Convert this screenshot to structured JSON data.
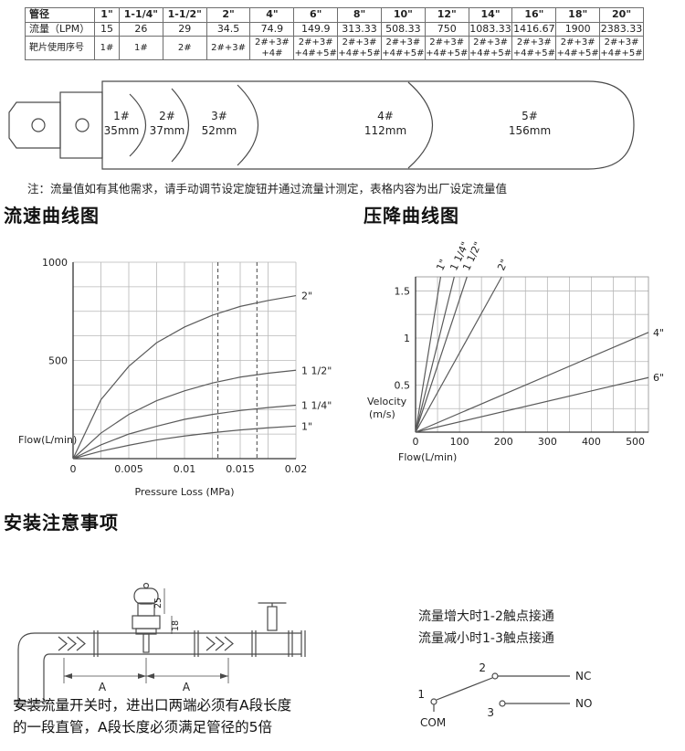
{
  "colors": {
    "ink": "#222222",
    "line": "#4a4a4a",
    "grid": "#b8b8b8"
  },
  "spec_table": {
    "rows": [
      {
        "label": "管径",
        "values": [
          "1\"",
          "1-1/4\"",
          "1-1/2\"",
          "2\"",
          "4\"",
          "6\"",
          "8\"",
          "10\"",
          "12\"",
          "14\"",
          "16\"",
          "18\"",
          "20\""
        ]
      },
      {
        "label": "流量（LPM）",
        "values": [
          "15",
          "26",
          "29",
          "34.5",
          "74.9",
          "149.9",
          "313.33",
          "508.33",
          "750",
          "1083.33",
          "1416.67",
          "1900",
          "2383.33"
        ]
      },
      {
        "label": "靶片使用序号",
        "values": [
          "1#",
          "1#",
          "2#",
          "2#+3#",
          "2#+3#\n+4#",
          "2#+3#\n+4#+5#",
          "2#+3#\n+4#+5#",
          "2#+3#\n+4#+5#",
          "2#+3#\n+4#+5#",
          "2#+3#\n+4#+5#",
          "2#+3#\n+4#+5#",
          "2#+3#\n+4#+5#",
          "2#+3#\n+4#+5#"
        ]
      }
    ]
  },
  "paddle_diagram": {
    "labels": [
      {
        "id": "1#",
        "size": "35mm"
      },
      {
        "id": "2#",
        "size": "37mm"
      },
      {
        "id": "3#",
        "size": "52mm"
      },
      {
        "id": "4#",
        "size": "112mm"
      },
      {
        "id": "5#",
        "size": "156mm"
      }
    ]
  },
  "note": "注：流量值如有其他需求，请手动调节设定旋钮并通过流量计测定，表格内容为出厂设定流量值",
  "sections": {
    "flow_curve_title": "流速曲线图",
    "pressure_curve_title": "压降曲线图",
    "install_title": "安装注意事项"
  },
  "chart_data": [
    {
      "type": "line",
      "title": "流速曲线图",
      "xlabel": "Pressure Loss (MPa)",
      "ylabel": "Flow(L/min)",
      "xlim": [
        0,
        0.02
      ],
      "ylim": [
        0,
        1000
      ],
      "xticks": [
        "0",
        "0.005",
        "0.01",
        "0.015",
        "0.02"
      ],
      "yticks": [
        "500",
        "1000"
      ],
      "grid": true,
      "legend_position": "right",
      "dashed_vlines": [
        0.013,
        0.0165
      ],
      "x": [
        0,
        0.0025,
        0.005,
        0.0075,
        0.01,
        0.0125,
        0.015,
        0.0175,
        0.02
      ],
      "series": [
        {
          "name": "2\"",
          "y": [
            0,
            300,
            470,
            590,
            670,
            730,
            775,
            805,
            830
          ]
        },
        {
          "name": "1 1/2\"",
          "y": [
            0,
            130,
            225,
            295,
            345,
            385,
            415,
            435,
            450
          ]
        },
        {
          "name": "1 1/4\"",
          "y": [
            0,
            70,
            125,
            165,
            200,
            225,
            245,
            260,
            272
          ]
        },
        {
          "name": "1\"",
          "y": [
            0,
            38,
            68,
            95,
            115,
            132,
            146,
            157,
            166
          ]
        }
      ]
    },
    {
      "type": "line",
      "title": "压降曲线图",
      "xlabel": "Flow(L/min)",
      "ylabel": "Velocity (m/s)",
      "xlim": [
        0,
        530
      ],
      "ylim": [
        0,
        1.65
      ],
      "xticks": [
        "100",
        "200",
        "300",
        "400",
        "500"
      ],
      "yticks": [
        "0.5",
        "1",
        "1.5"
      ],
      "grid": true,
      "series": [
        {
          "name": "1\"",
          "points": [
            [
              0,
              0
            ],
            [
              57,
              1.65
            ]
          ],
          "label_pos": "top"
        },
        {
          "name": "1 1/4\"",
          "points": [
            [
              0,
              0
            ],
            [
              88,
              1.65
            ]
          ],
          "label_pos": "top"
        },
        {
          "name": "1 1/2\"",
          "points": [
            [
              0,
              0
            ],
            [
              117,
              1.65
            ]
          ],
          "label_pos": "top"
        },
        {
          "name": "2\"",
          "points": [
            [
              0,
              0
            ],
            [
              196,
              1.65
            ]
          ],
          "label_pos": "top"
        },
        {
          "name": "4\"",
          "points": [
            [
              0,
              0
            ],
            [
              530,
              1.06
            ]
          ],
          "label_pos": "right"
        },
        {
          "name": "6\"",
          "points": [
            [
              0,
              0
            ],
            [
              530,
              0.58
            ]
          ],
          "label_pos": "right"
        }
      ]
    }
  ],
  "install": {
    "contact_note_increase": "流量增大时1-2触点接通",
    "contact_note_decrease": "流量减小时1-3触点接通",
    "contacts": {
      "n1": "1",
      "n2": "2",
      "n3": "3",
      "com": "COM",
      "nc": "NC",
      "no": "NO"
    },
    "dims": {
      "a1": "A",
      "a2": "A",
      "d1": "25",
      "d2": "18"
    },
    "bottom_line1": "安装流量开关时，进出口两端必须有A段长度",
    "bottom_line2": "的一段直管，A段长度必须满足管径的5倍"
  }
}
